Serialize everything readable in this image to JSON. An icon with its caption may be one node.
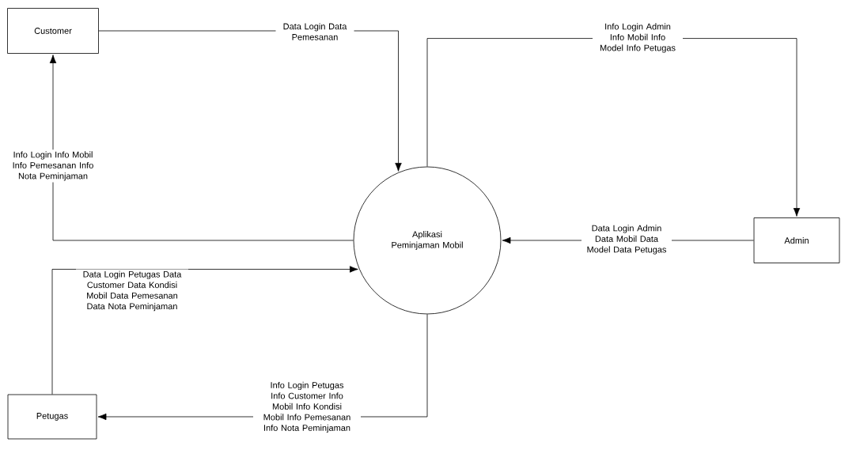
{
  "diagram": {
    "nodes": [
      {
        "text": [
          "Customer"
        ]
      },
      {
        "text": [
          "Aplikasi Peminjaman Mobil"
        ]
      },
      {
        "text": [
          "Admin"
        ]
      },
      {
        "text": [
          "Petugas"
        ]
      }
    ],
    "edges": [
      {
        "from": 0,
        "to": 1,
        "arrow": "to",
        "label": "Data Login Data Pemesanan"
      },
      {
        "from": 1,
        "to": 0,
        "arrow": "to",
        "label": "Info Login Info Mobil Info Pemesanan Info Nota Peminjaman"
      },
      {
        "from": 1,
        "to": 2,
        "arrow": "to",
        "label": "Info Login Admin Info Mobil Info Model Info Petugas"
      },
      {
        "from": 2,
        "to": 1,
        "arrow": "to",
        "label": "Data Login Admin Data Mobil Data Model Data Petugas"
      },
      {
        "from": 3,
        "to": 1,
        "arrow": "to",
        "label": "Data Login Petugas Data Customer Data Kondisi Mobil Data Pemesanan Data Nota Peminjaman"
      },
      {
        "from": 1,
        "to": 3,
        "arrow": "to",
        "label": "Info Login Petugas Info Customer Info Mobil Info Kondisi Mobil Info Pemesanan Info Nota Peminjaman"
      }
    ]
  }
}
